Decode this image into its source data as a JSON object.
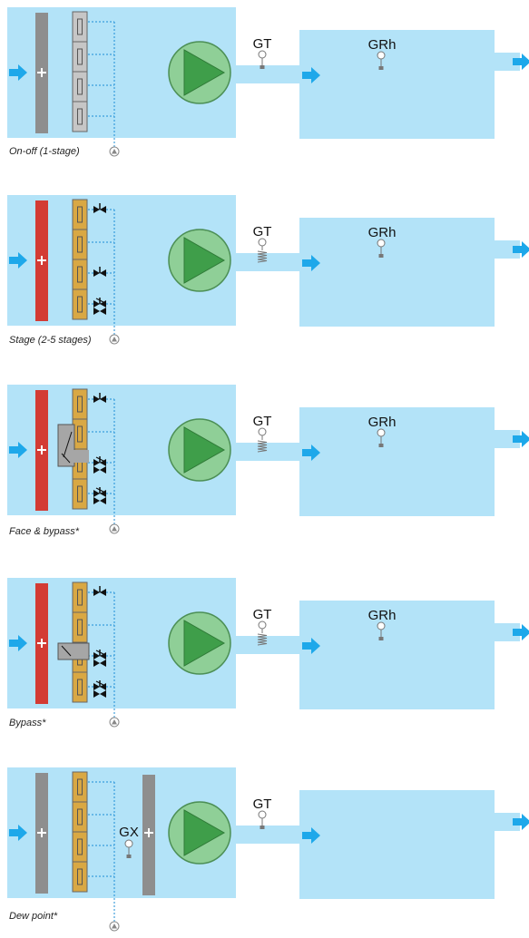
{
  "colors": {
    "background": "#ffffff",
    "unit_box": "#b3e3f8",
    "duct": "#b3e3f8",
    "arrow": "#1ea8ea",
    "coil_heater": "#d33b34",
    "coil_inactive": "#8e8e8e",
    "damper_inactive": "#c6c6c6",
    "damper_active": "#d9a844",
    "fan_outer": "#8fcf97",
    "fan_blade": "#3f9e4a",
    "control_line": "#1b8ed6",
    "bypass_box": "#a6a6a6",
    "valve": "#111111",
    "sensor": "#777777"
  },
  "panels": [
    {
      "caption": "On-off (1-stage)",
      "coil_color": "inactive",
      "damper_color": "inactive",
      "valves": [],
      "bypass": "none",
      "supply_sensor_label": "GT",
      "supply_sensor_type": "bulb",
      "room_sensor_label": "GRh",
      "has_second_coil": false
    },
    {
      "caption": "Stage (2-5 stages)",
      "coil_color": "heater",
      "damper_color": "active",
      "valves": [
        "single",
        "single",
        "double"
      ],
      "bypass": "none",
      "supply_sensor_label": "GT",
      "supply_sensor_type": "spring",
      "room_sensor_label": "GRh",
      "has_second_coil": false
    },
    {
      "caption": "Face & bypass*",
      "coil_color": "heater",
      "damper_color": "active",
      "valves": [
        "single",
        "double",
        "double"
      ],
      "bypass": "face",
      "supply_sensor_label": "GT",
      "supply_sensor_type": "spring",
      "room_sensor_label": "GRh",
      "has_second_coil": false
    },
    {
      "caption": "Bypass*",
      "coil_color": "heater",
      "damper_color": "active",
      "valves": [
        "single",
        "double",
        "double"
      ],
      "bypass": "single",
      "supply_sensor_label": "GT",
      "supply_sensor_type": "spring",
      "room_sensor_label": "GRh",
      "has_second_coil": false
    },
    {
      "caption": "Dew point*",
      "coil_color": "inactive",
      "damper_color": "active",
      "valves": [],
      "bypass": "none",
      "supply_sensor_label": "GT",
      "supply_sensor_type": "bulb",
      "room_sensor_label": "",
      "mid_sensor_label": "GX",
      "has_second_coil": true
    }
  ]
}
